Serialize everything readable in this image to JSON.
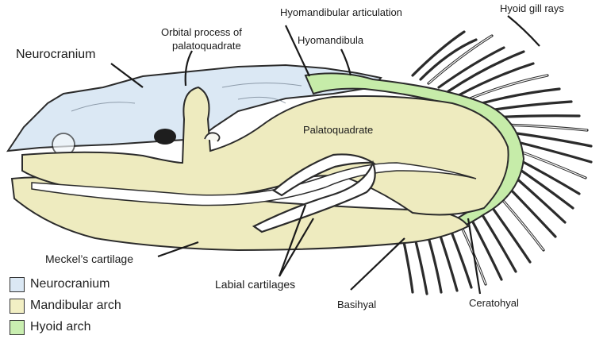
{
  "labels": {
    "neurocranium": "Neurocranium",
    "orbital_process_line1": "Orbital process of",
    "orbital_process_line2": "palatoquadrate",
    "hyomandibular_articulation": "Hyomandibular articulation",
    "hyomandibula": "Hyomandibula",
    "hyoid_gill_rays": "Hyoid gill rays",
    "palatoquadrate": "Palatoquadrate",
    "meckels_cartilage": "Meckel’s cartilage",
    "labial_cartilages": "Labial cartilages",
    "basihyal": "Basihyal",
    "ceratohyal": "Ceratohyal"
  },
  "legend": [
    {
      "label": "Neurocranium",
      "color": "#dbe8f4"
    },
    {
      "label": "Mandibular arch",
      "color": "#f2efc4"
    },
    {
      "label": "Hyoid arch",
      "color": "#c9eeb0"
    }
  ],
  "colors": {
    "neurocranium": "#dbe8f4",
    "mandibular": "#eeebbf",
    "hyoid": "#c6eca9",
    "outline": "#2b2b2b"
  }
}
